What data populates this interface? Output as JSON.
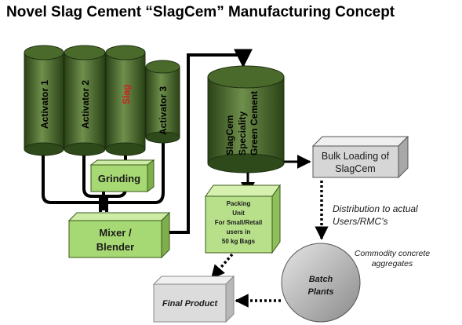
{
  "title": "Novel Slag Cement “SlagCem” Manufacturing Concept",
  "colors": {
    "silo_dark": "#2f4a1a",
    "silo_mid": "#6b8a4a",
    "silo_top": "#4a6a2c",
    "box_light": "#b8e08a",
    "box_front": "#9fd06a",
    "slag_red": "#d02020",
    "grey_box": "#d4d4d4"
  },
  "silos": {
    "activator1": "Activator 1",
    "activator2": "Activator 2",
    "slag": "Slag",
    "activator3": "Activator 3"
  },
  "green_cement_silo": {
    "line1": "SlagCem",
    "line2": "Speciality",
    "line3": "Green Cement"
  },
  "boxes": {
    "grinding": "Grinding",
    "mixer_line1": "Mixer /",
    "mixer_line2": "Blender",
    "packing_line1": "Packing",
    "packing_line2": "Unit",
    "packing_line3": "For Small/Retail",
    "packing_line4": "users in",
    "packing_line5": "50 kg Bags",
    "bulk_line1": "Bulk Loading of",
    "bulk_line2": "SlagCem",
    "final_product": "Final Product"
  },
  "labels": {
    "distribution_line1": "Distribution to actual",
    "distribution_line2": "Users/RMC’s",
    "commodity_line1": "Commodity concrete",
    "commodity_line2": "aggregates",
    "batch_line1": "Batch",
    "batch_line2": "Plants"
  }
}
